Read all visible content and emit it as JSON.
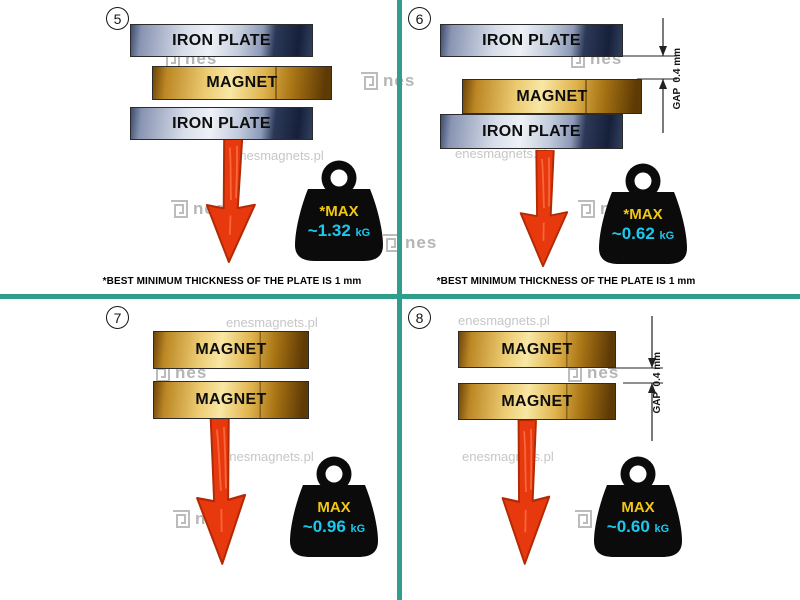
{
  "watermark": {
    "url_text": "enesmagnets.pl",
    "logo_text": "nes"
  },
  "caption": {
    "prefix": "*BEST MINIMUM THICKNESS OF THE PLATE IS",
    "bold": "1 mm"
  },
  "colors": {
    "divider": "#2f9e8b",
    "arrow": "#e8390e",
    "max_label": "#f2c714",
    "weight_value": "#1cc8ee",
    "kettlebell": "#0b0b0b",
    "iron_plate": "#aab4cc",
    "magnet": "#e0b44e"
  },
  "panels": {
    "p5": {
      "number": "5",
      "layers": {
        "top": "IRON PLATE",
        "mid": "MAGNET",
        "bottom": "IRON PLATE"
      },
      "weight": {
        "max_label": "*MAX",
        "value": "~1.32",
        "unit": "kG"
      }
    },
    "p6": {
      "number": "6",
      "layers": {
        "top": "IRON PLATE",
        "mid": "MAGNET",
        "bottom": "IRON PLATE"
      },
      "gap_label": "GAP  0.4 mm",
      "weight": {
        "max_label": "*MAX",
        "value": "~0.62",
        "unit": "kG"
      }
    },
    "p7": {
      "number": "7",
      "layers": {
        "top": "MAGNET",
        "bottom": "MAGNET"
      },
      "weight": {
        "max_label": "MAX",
        "value": "~0.96",
        "unit": "kG"
      }
    },
    "p8": {
      "number": "8",
      "layers": {
        "top": "MAGNET",
        "bottom": "MAGNET"
      },
      "gap_label": "GAP  0.4 mm",
      "weight": {
        "max_label": "MAX",
        "value": "~0.60",
        "unit": "kG"
      }
    }
  }
}
